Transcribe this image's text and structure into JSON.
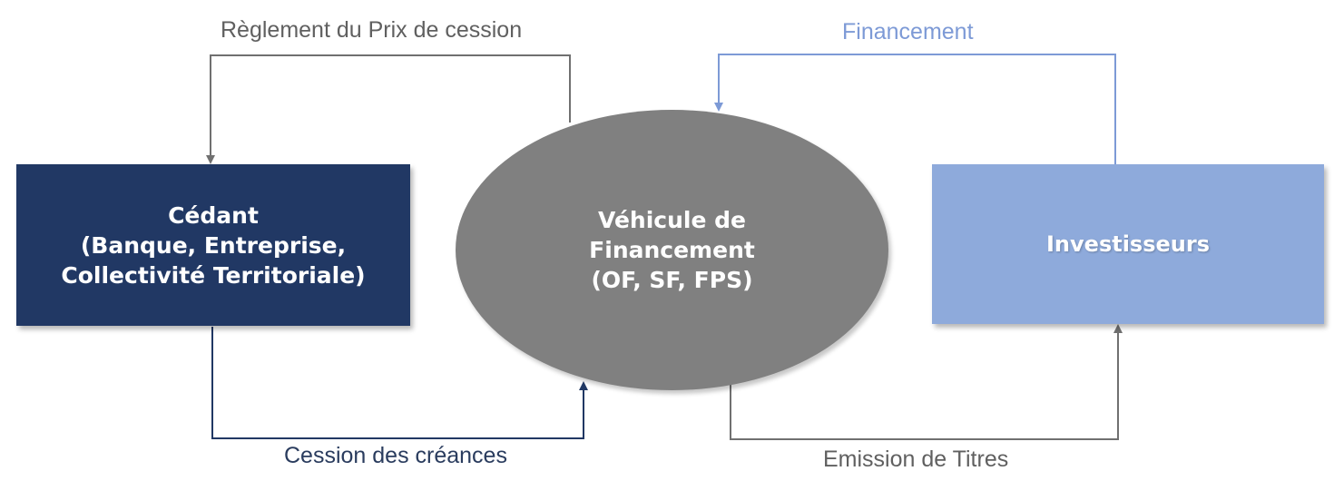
{
  "nodes": {
    "cedant": "Cédant\n(Banque, Entreprise,\nCollectivité Territoriale)",
    "vehicule": "Véhicule de\nFinancement\n(OF, SF, FPS)",
    "investisseurs": "Investisseurs"
  },
  "flows": {
    "reglement": "Règlement du Prix de cession",
    "financement": "Financement",
    "cession": "Cession des créances",
    "emission": "Emission de Titres"
  },
  "colors": {
    "cedant_box": "#213864",
    "vehicule_ellipse": "#808080",
    "investisseurs_box": "#8eaadb",
    "gray_arrow": "#707070",
    "blue_arrow": "#7d9ad6",
    "navy_arrow": "#213864"
  }
}
